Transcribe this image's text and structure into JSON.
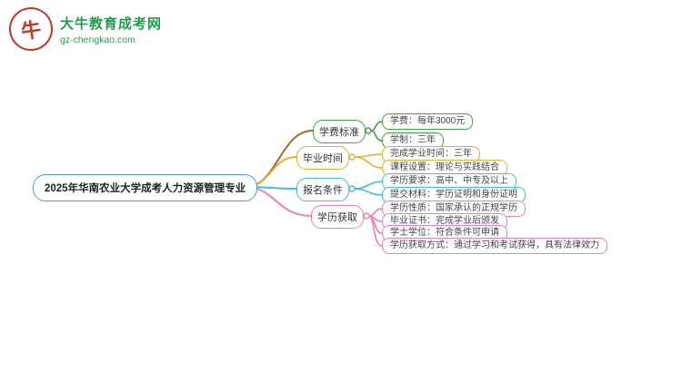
{
  "logo": {
    "mark": "牛",
    "title": "大牛教育成考网",
    "url": "gz-chengkao.com"
  },
  "colors": {
    "root_border": "#4a9cd6",
    "branch1": "#43a047",
    "branch1_mainline": "#a4692e",
    "branch2": "#e2b033",
    "branch3": "#3fc1d5",
    "branch4": "#f17fb2",
    "logo_green": "#1e9e4a",
    "logo_red": "#c23a2b"
  },
  "map": {
    "root": "2025年华南农业大学成考人力资源管理专业",
    "branches": [
      {
        "label": "学费标准",
        "children": [
          {
            "label": "学费：每年3000元"
          },
          {
            "label": "学制：三年"
          }
        ]
      },
      {
        "label": "毕业时间",
        "children": [
          {
            "label": "完成学业时间：三年"
          },
          {
            "label": "课程设置：理论与实践结合"
          }
        ]
      },
      {
        "label": "报名条件",
        "children": [
          {
            "label": "学历要求：高中、中专及以上"
          },
          {
            "label": "提交材料：学历证明和身份证明"
          }
        ]
      },
      {
        "label": "学历获取",
        "children": [
          {
            "label": "学历性质：国家承认的正规学历"
          },
          {
            "label": "毕业证书：完成学业后颁发"
          },
          {
            "label": "学士学位：符合条件可申请"
          },
          {
            "label": "学历获取方式：通过学习和考试获得，具有法律效力"
          }
        ]
      }
    ]
  }
}
